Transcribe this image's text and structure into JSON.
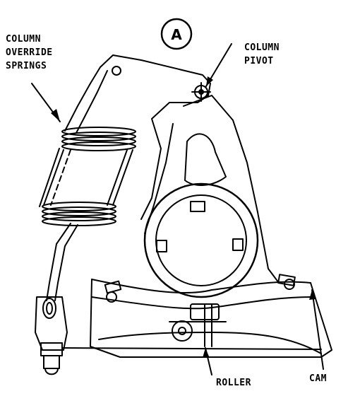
{
  "figure": {
    "marker": "A",
    "labels": {
      "column_override_springs": [
        "COLUMN",
        "OVERRIDE",
        "SPRINGS"
      ],
      "column_pivot": [
        "COLUMN",
        "PIVOT"
      ],
      "roller": "ROLLER",
      "cam": "CAM"
    }
  },
  "colors": {
    "ink": "#000000",
    "paper": "#ffffff"
  }
}
